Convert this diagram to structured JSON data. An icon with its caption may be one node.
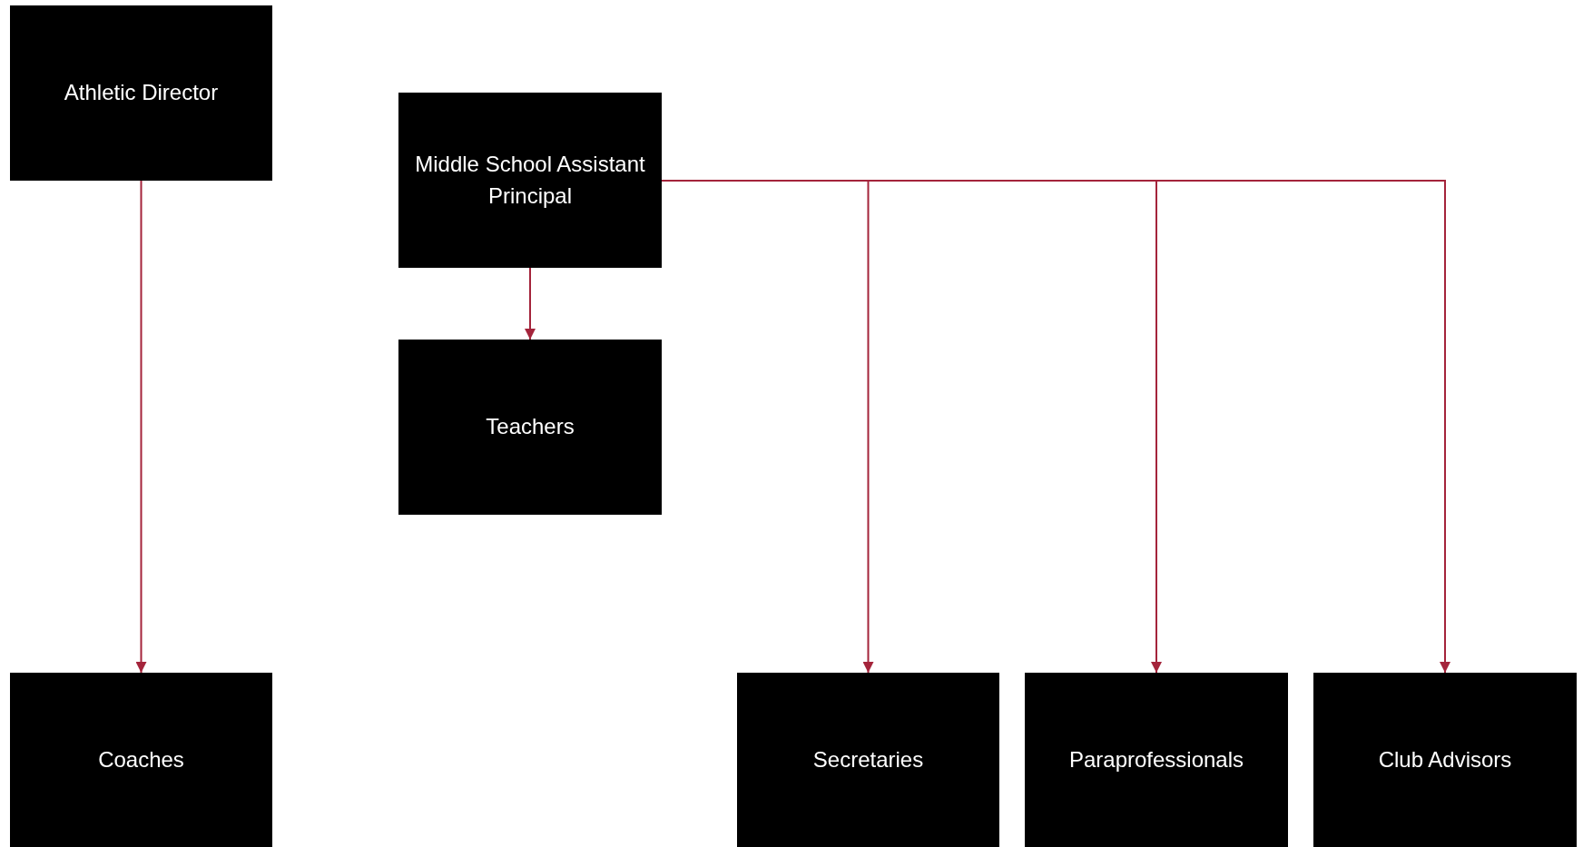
{
  "diagram": {
    "nodes": [
      {
        "text": [
          "Athletic Director"
        ]
      },
      {
        "text": [
          "Middle School Assistant Principal"
        ]
      },
      {
        "text": [
          "Teachers"
        ]
      },
      {
        "text": [
          "Coaches"
        ]
      },
      {
        "text": [
          "Secretaries"
        ]
      },
      {
        "text": [
          "Paraprofessionals"
        ]
      },
      {
        "text": [
          "Club Advisors"
        ]
      }
    ],
    "edges": [
      {
        "from": 0,
        "to": 3,
        "arrow": "to"
      },
      {
        "from": 1,
        "to": 2,
        "arrow": "to"
      },
      {
        "from": 1,
        "to": 4,
        "arrow": "to"
      },
      {
        "from": 1,
        "to": 5,
        "arrow": "to"
      },
      {
        "from": 1,
        "to": 6,
        "arrow": "to"
      }
    ]
  }
}
